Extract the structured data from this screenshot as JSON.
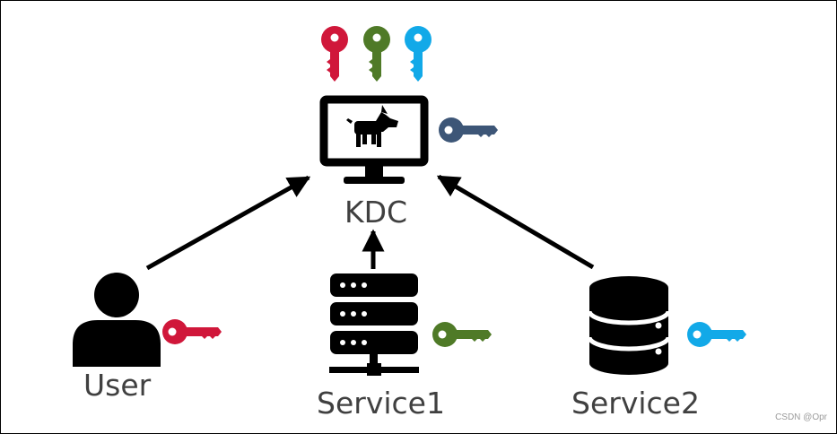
{
  "nodes": {
    "kdc": {
      "label": "KDC"
    },
    "user": {
      "label": "User"
    },
    "service1": {
      "label": "Service1"
    },
    "service2": {
      "label": "Service2"
    }
  },
  "watermark": "CSDN @Opr",
  "colors": {
    "red_key": "#d0173a",
    "green_key": "#4f7a27",
    "blue_key": "#12a9e8",
    "kdc_key": "#3d5677",
    "icon": "#000000",
    "label_text": "#404040"
  },
  "icons": {
    "kdc": "monitor-with-dog-icon",
    "user": "person-icon",
    "service1": "server-rack-icon",
    "service2": "database-icon",
    "keys": "key-icon"
  }
}
